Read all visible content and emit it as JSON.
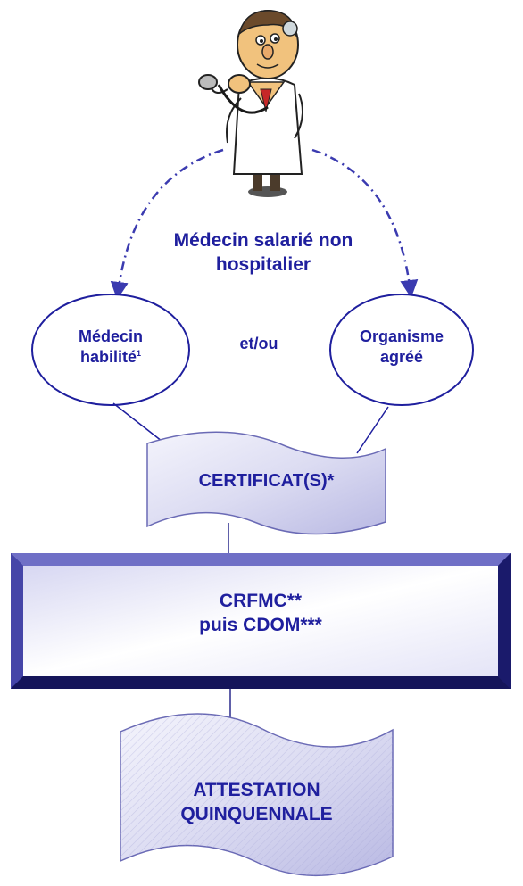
{
  "doctor_label_line1": "Médecin salarié non",
  "doctor_label_line2": "hospitalier",
  "left_node": {
    "line1": "Médecin",
    "line2": "habilité",
    "superscript": "1"
  },
  "connector_label": "et/ou",
  "right_node": {
    "line1": "Organisme",
    "line2": "agréé"
  },
  "certificate_label": "CERTIFICAT(S)*",
  "council_line1": "CRFMC**",
  "council_line2": "puis CDOM***",
  "attestation_line1": "ATTESTATION",
  "attestation_line2": "QUINQUENNALE",
  "colors": {
    "text": "#1f1f9e",
    "node_border": "#1f1f9e",
    "box_frame": "#2a2a8c",
    "doc_fill": "#e8e8f7",
    "arrow": "#3b3bb0"
  }
}
